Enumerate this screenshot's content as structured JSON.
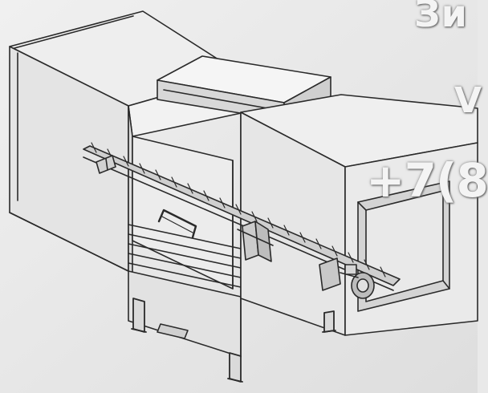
{
  "overlay": {
    "line1": "Зи",
    "line2": "V",
    "line3": "+7(8"
  },
  "colors": {
    "background": "#e9e9e9",
    "line": "#2a2a2a",
    "overlay_text": "#f4f4f4"
  }
}
